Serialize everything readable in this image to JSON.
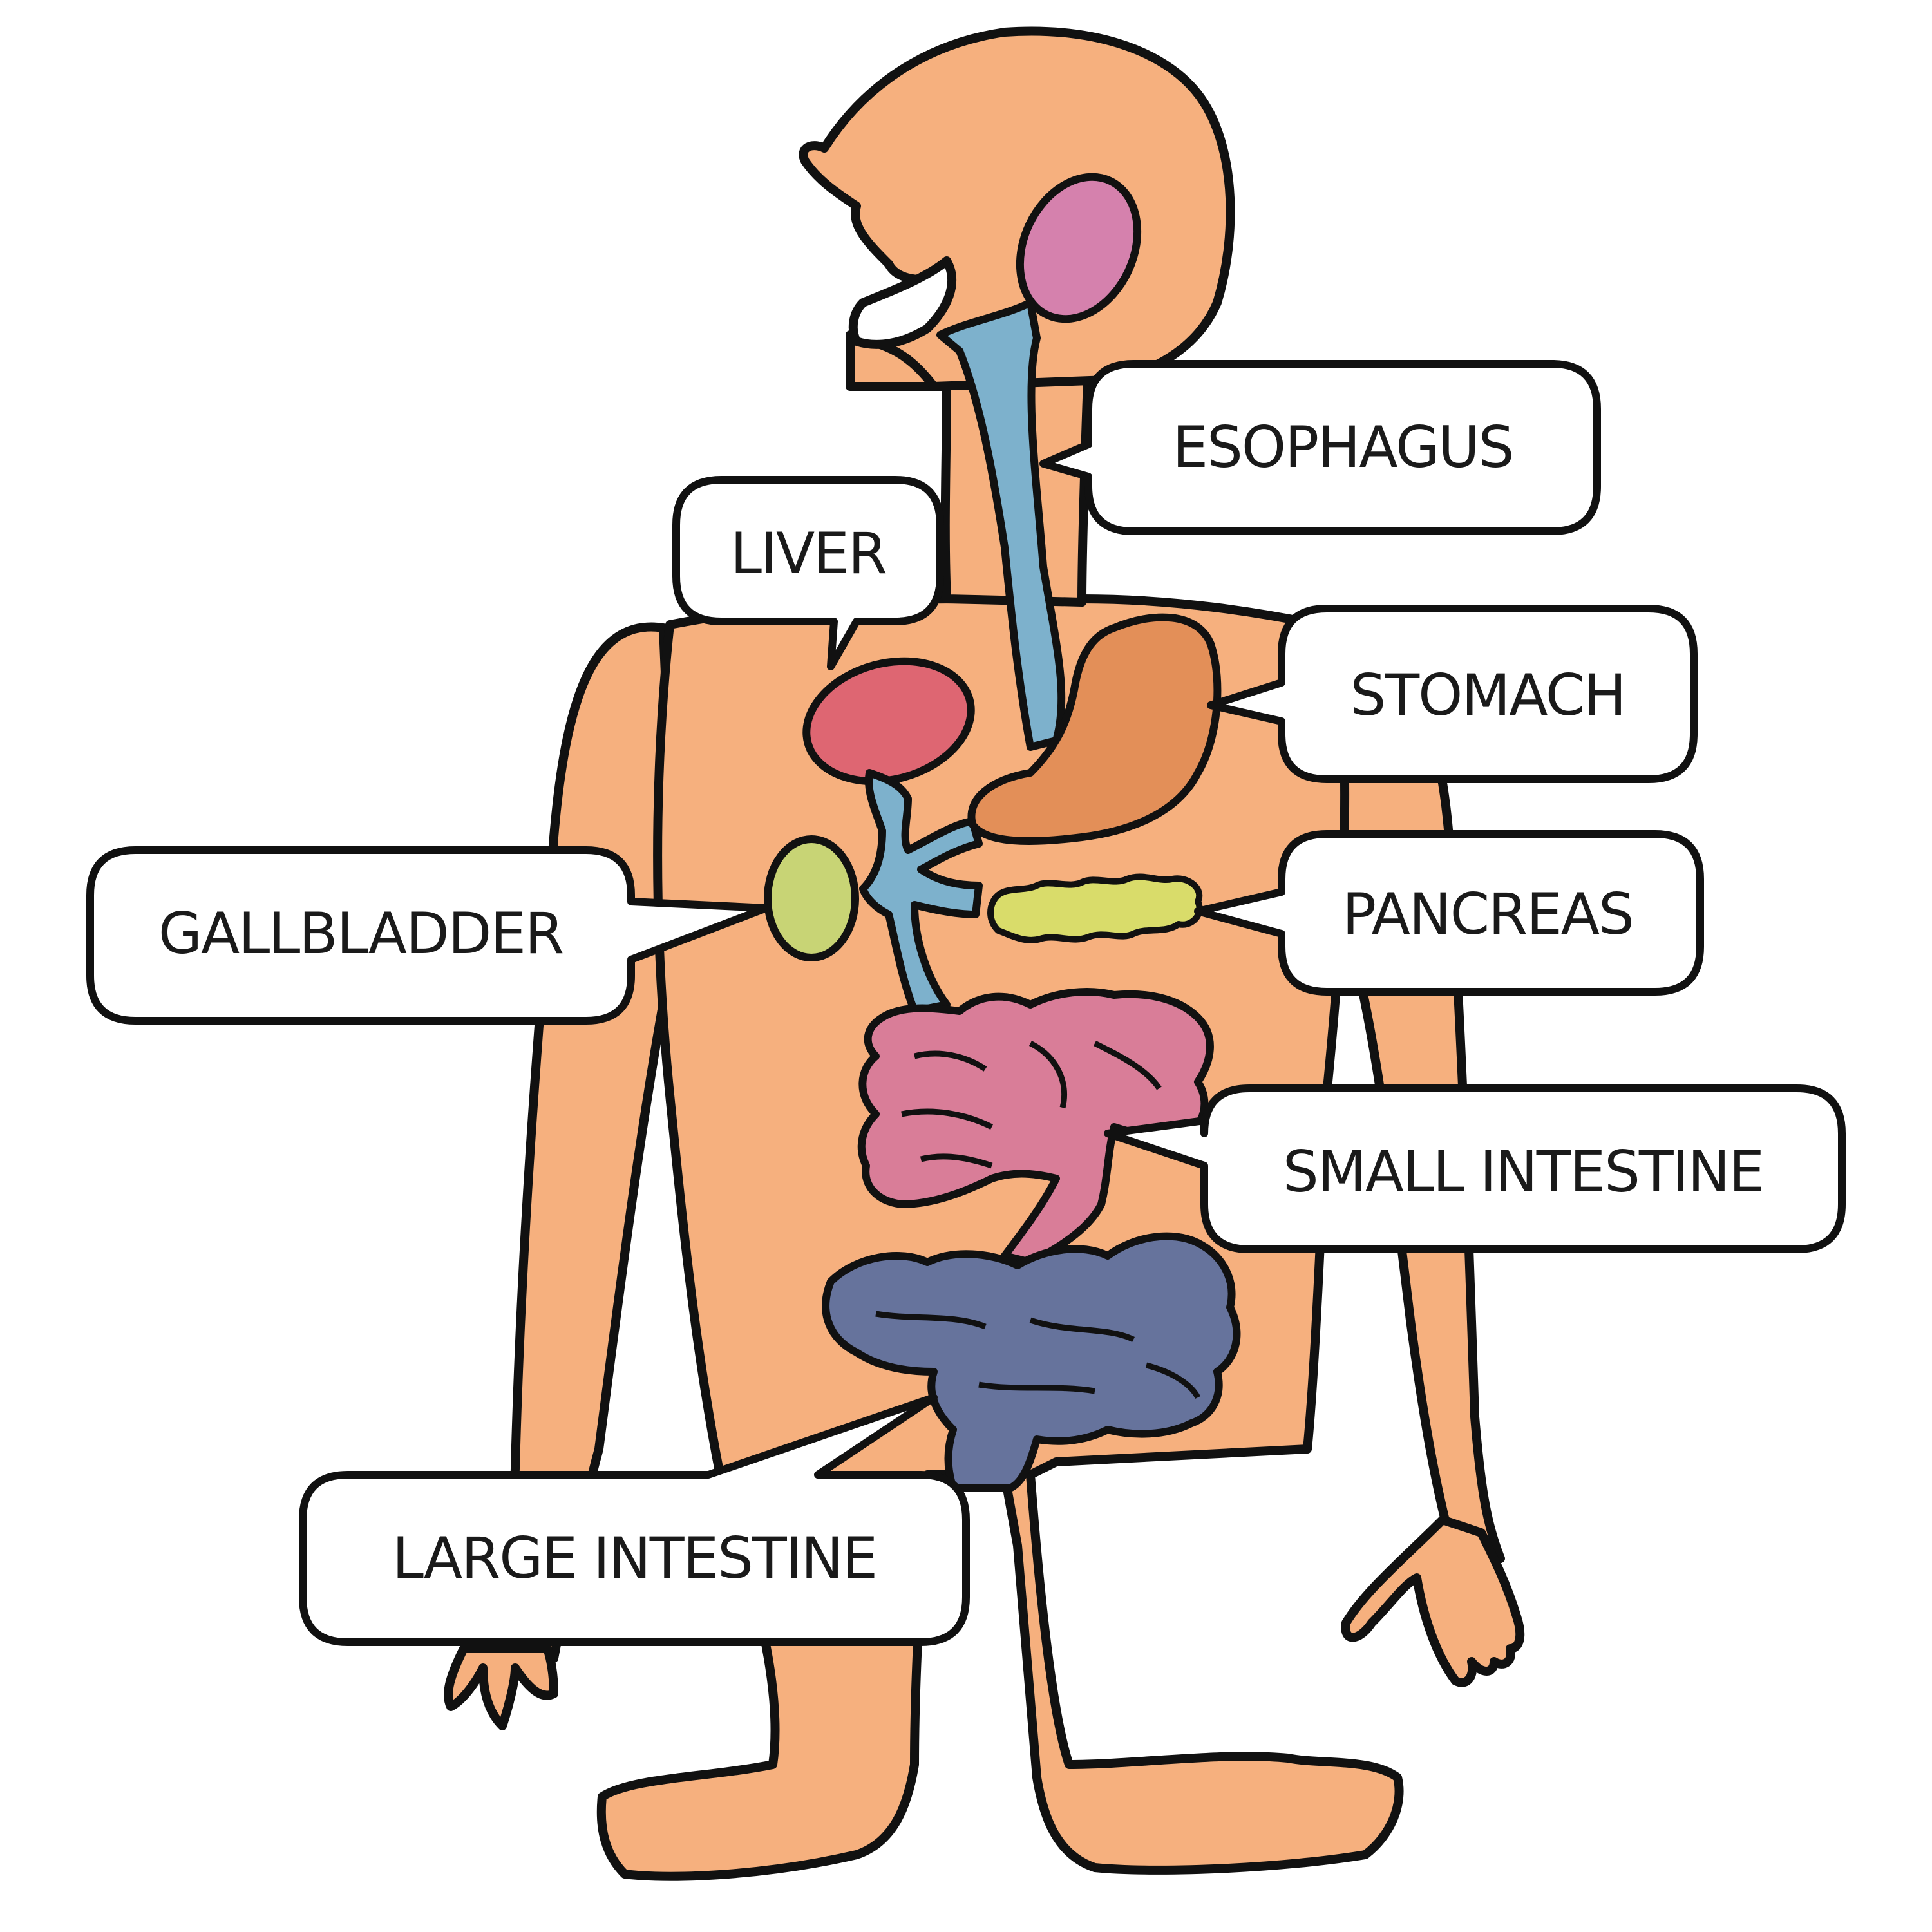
{
  "labels": {
    "esophagus": "ESOPHAGUS",
    "liver": "LIVER",
    "stomach": "STOMACH",
    "gallbladder": "GALLBLADDER",
    "pancreas": "PANCREAS",
    "small_intestine": "SMALL INTESTINE",
    "large_intestine": "LARGE INTESTINE"
  },
  "colors": {
    "skin": "#F6B07E",
    "outline": "#111111",
    "mouth_gland": "#D581AD",
    "esophagus": "#7DB1CC",
    "liver": "#DE6672",
    "stomach": "#E38F58",
    "gallbladder": "#C8D475",
    "pancreas": "#D9DC6A",
    "small_intestine": "#D97D98",
    "large_intestine": "#66739C",
    "callout_fill": "#FFFFFF"
  }
}
